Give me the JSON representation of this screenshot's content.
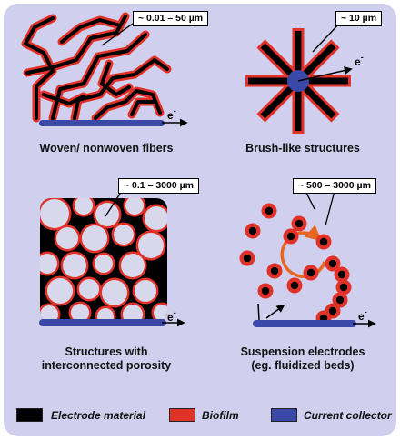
{
  "colors": {
    "background": "#ffffff",
    "panel": "#d1cfee",
    "electrode_material": "#000000",
    "biofilm": "#e1322a",
    "current_collector": "#3a49a8",
    "pore": "#d8d8ec",
    "flow_arrow": "#e8661e"
  },
  "electron_symbol": "e",
  "electron_charge": "-",
  "panels": {
    "woven": {
      "caption_lines": [
        "Woven/ nonwoven fibers"
      ],
      "callout": "~ 0.01 – 50 µm"
    },
    "brush": {
      "caption_lines": [
        "Brush-like structures"
      ],
      "callout": "~ 10 µm"
    },
    "porous": {
      "caption_lines": [
        "Structures with",
        "interconnected porosity"
      ],
      "callout": "~  0.1 – 3000 µm"
    },
    "suspension": {
      "caption_lines": [
        "Suspension electrodes",
        "(eg. fluidized beds)"
      ],
      "callout": "~ 500  –  3000 µm"
    }
  },
  "legend": [
    {
      "label": "Electrode material",
      "color": "#000000"
    },
    {
      "label": "Biofilm",
      "color": "#e1322a"
    },
    {
      "label": "Current collector",
      "color": "#3a49a8"
    }
  ]
}
